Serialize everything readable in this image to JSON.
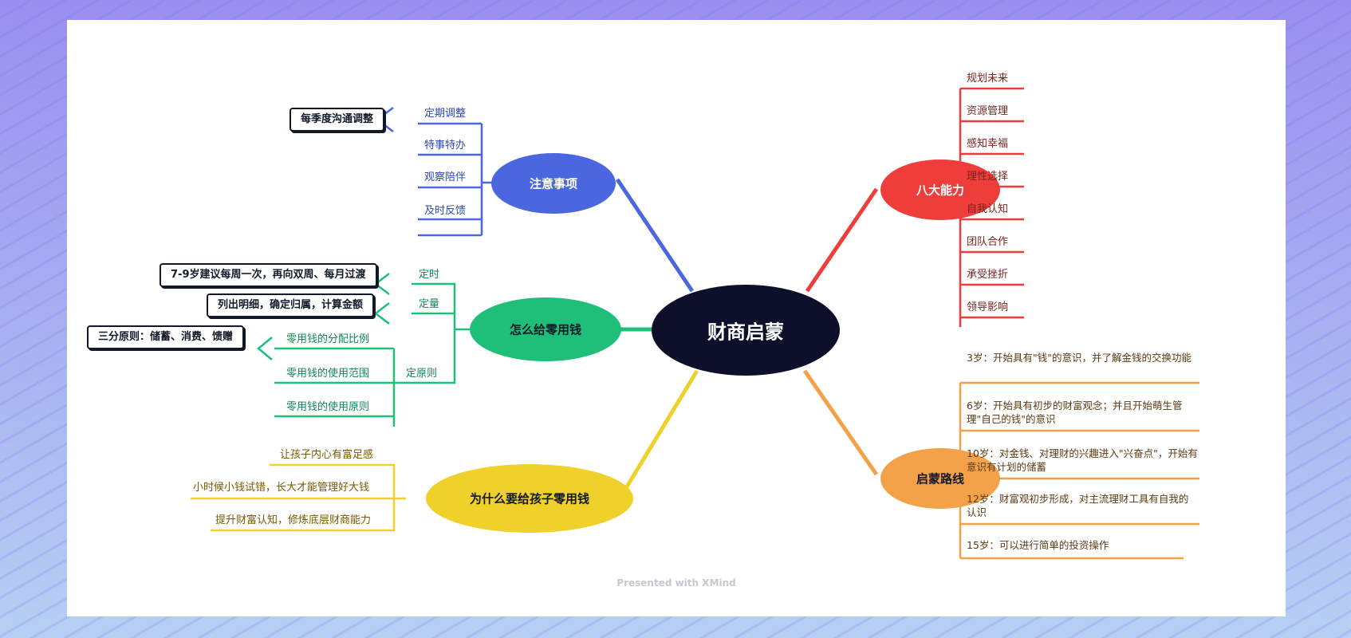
{
  "colors": {
    "center": "#0d0f2b",
    "blue": "#4a67e0",
    "green": "#1fbf79",
    "yellow": "#f0d02a",
    "red": "#ee3d3a",
    "orange": "#f4a24a",
    "box_border": "#111827"
  },
  "center": {
    "label": "财商启蒙"
  },
  "branches": {
    "notice": {
      "label": "注意事项",
      "items": [
        "定期调整",
        "特事特办",
        "观察陪伴",
        "及时反馈"
      ],
      "note": "每季度沟通调整"
    },
    "pocket": {
      "label": "怎么给零用钱",
      "timing": {
        "label": "定时",
        "note": "7-9岁建议每周一次，再向双周、每月过渡"
      },
      "amount": {
        "label": "定量",
        "note": "列出明细，确定归属，计算金额"
      },
      "rules": {
        "label": "定原则",
        "items": [
          "零用钱的分配比例",
          "零用钱的使用范围",
          "零用钱的使用原则"
        ],
        "note": "三分原则：储蓄、消费、馈赠"
      }
    },
    "why": {
      "label": "为什么要给孩子零用钱",
      "items": [
        "让孩子内心有富足感",
        "小时候小钱试错，长大才能管理好大钱",
        "提升财富认知，修炼底层财商能力"
      ]
    },
    "abilities": {
      "label": "八大能力",
      "items": [
        "规划未来",
        "资源管理",
        "感知幸福",
        "理性选择",
        "自我认知",
        "团队合作",
        "承受挫折",
        "领导影响"
      ]
    },
    "path": {
      "label": "启蒙路线",
      "items": [
        "3岁：开始具有\"钱\"的意识，并了解金钱的交换功能",
        "6岁：开始具有初步的财富观念；并且开始萌生管理\"自己的钱\"的意识",
        "10岁：对金钱、对理财的兴趣进入\"兴奋点\"，开始有意识有计划的储蓄",
        "12岁：财富观初步形成，对主流理财工具有自我的认识",
        "15岁：可以进行简单的投资操作"
      ]
    }
  },
  "footer": "Presented with XMind"
}
